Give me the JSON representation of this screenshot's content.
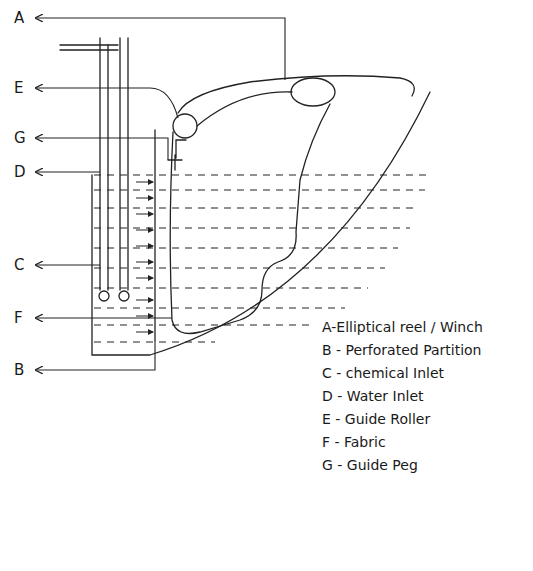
{
  "diagram": {
    "labels": [
      "A",
      "E",
      "G",
      "D",
      "C",
      "F",
      "B",
      "A-Elliptical reel / Winch",
      "B - Perforated Partition",
      "C - chemical Inlet",
      "D - Water Inlet",
      "E - Guide Roller",
      "F - Fabric",
      "G - Guide Peg"
    ]
  }
}
